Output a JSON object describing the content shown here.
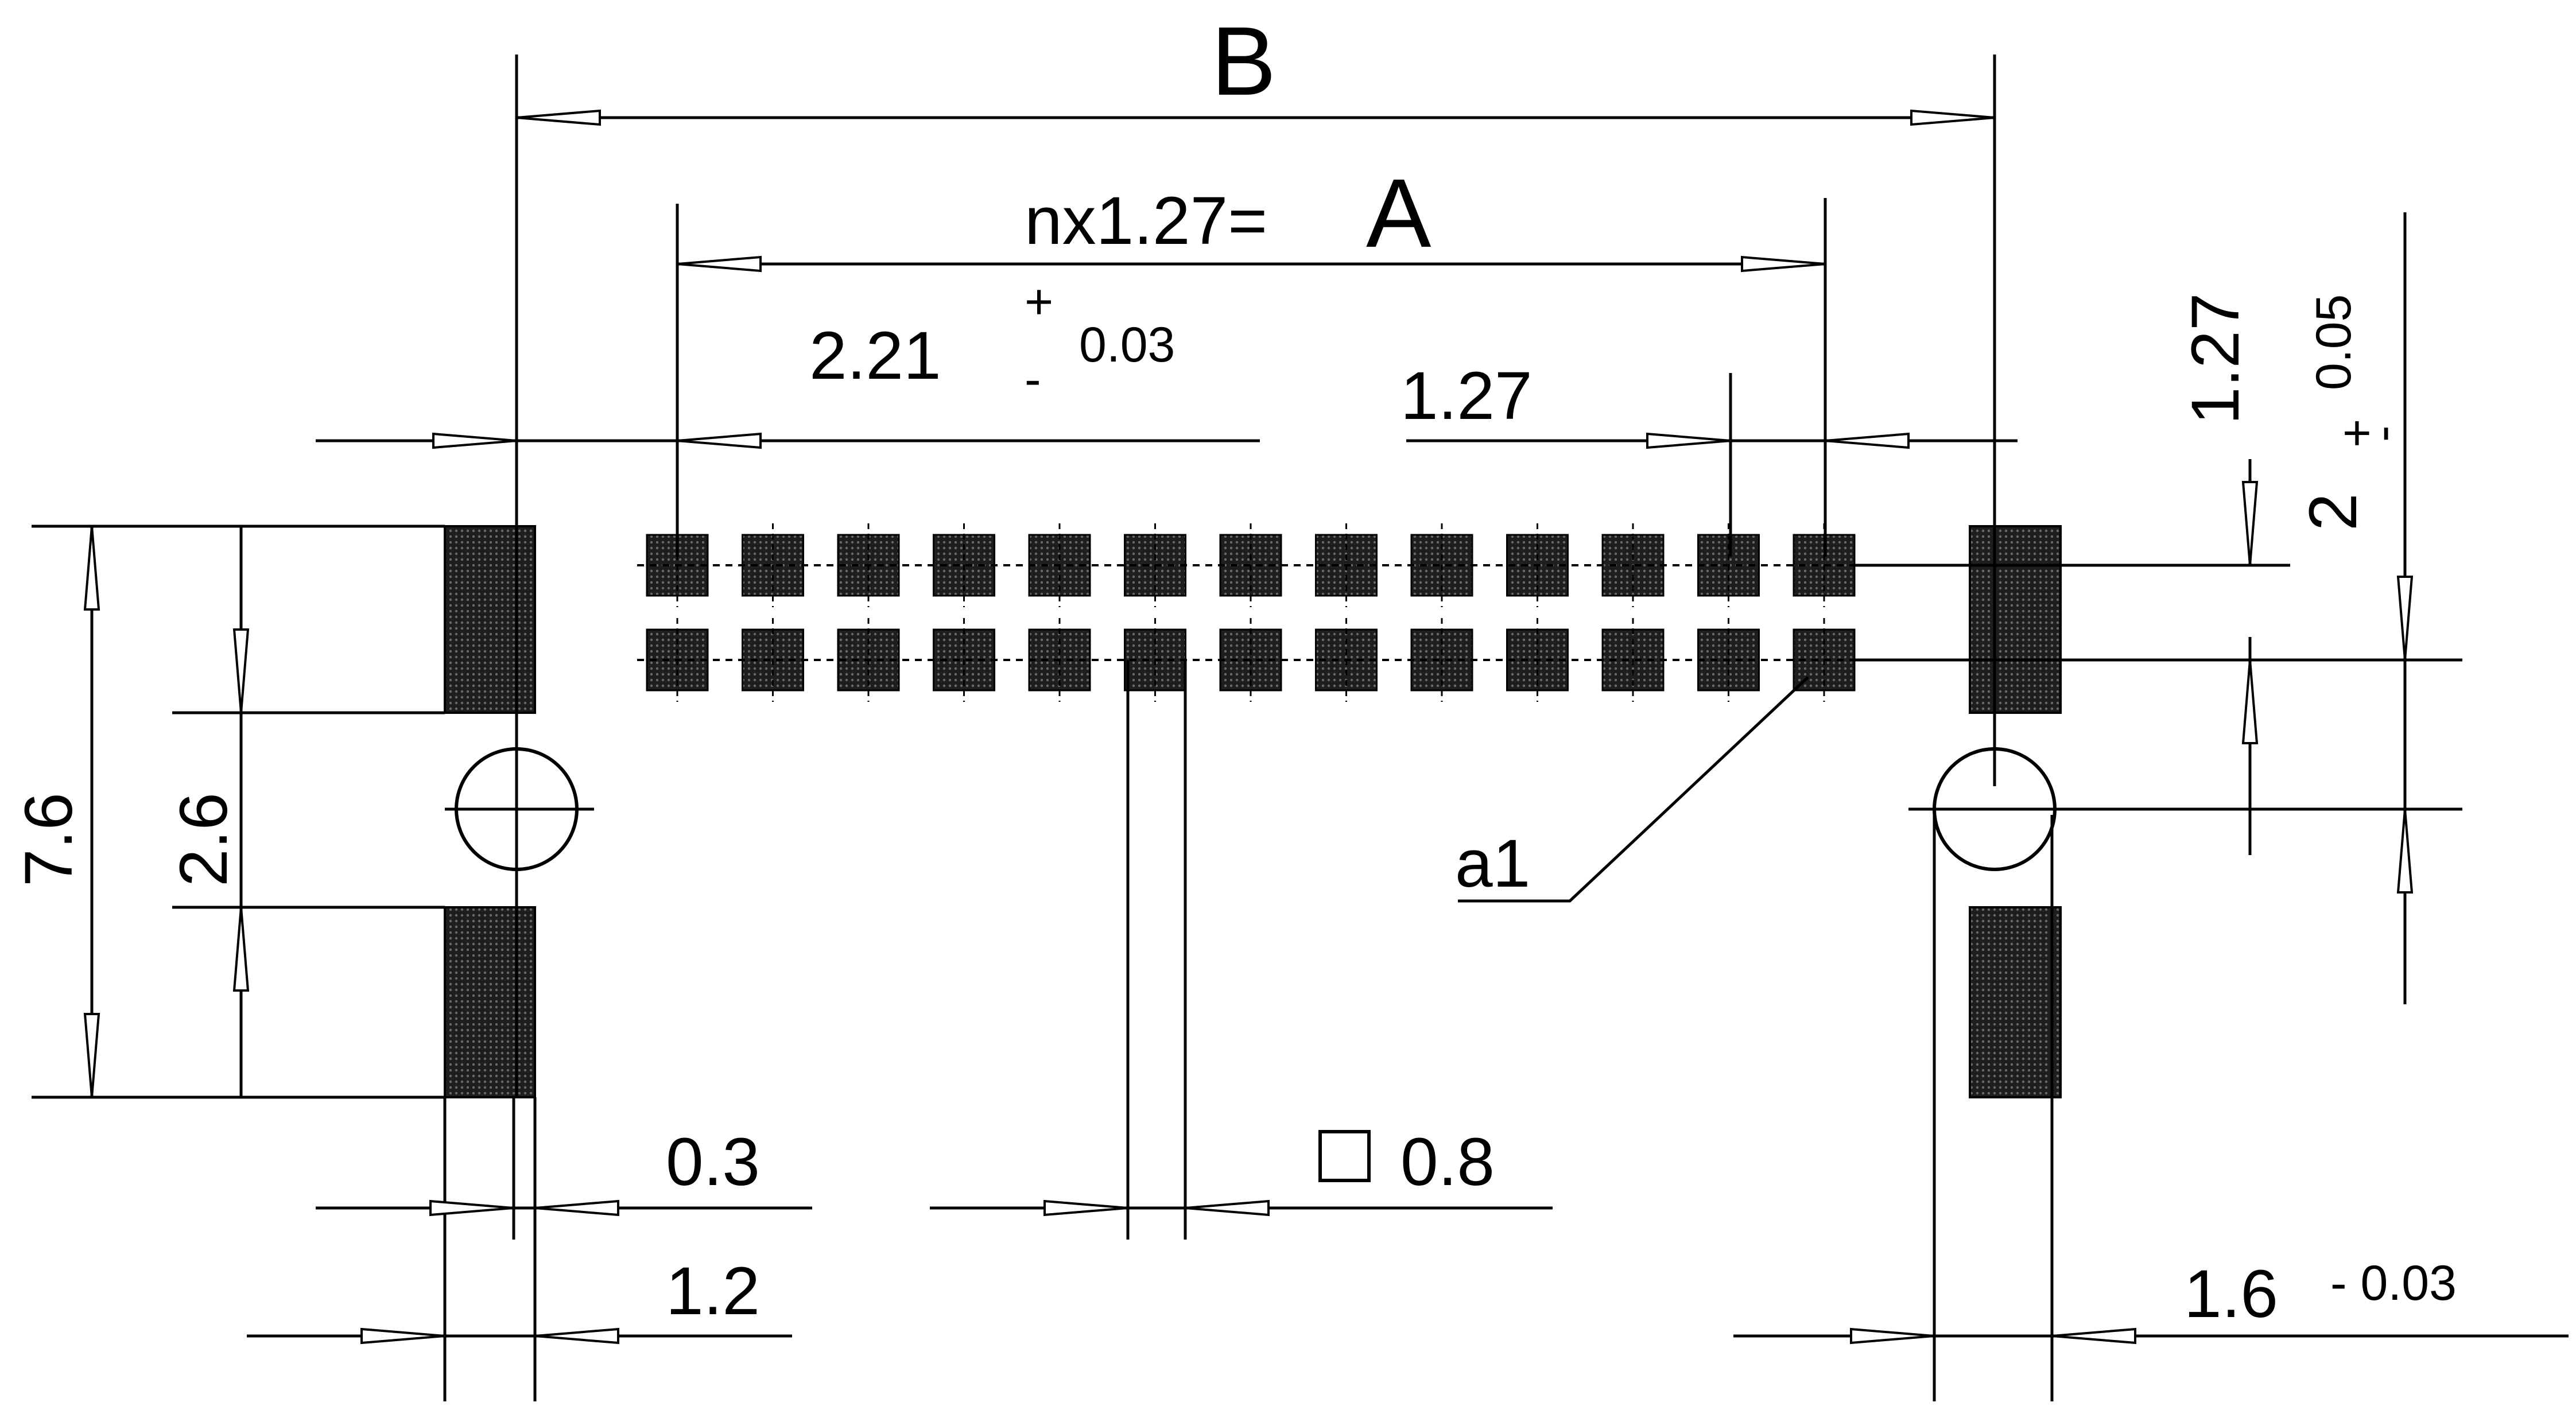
{
  "labels": {
    "dim_b": "B",
    "dim_a_prefix": "nx1.27=",
    "dim_a_letter": "A",
    "pitch_offset": "2.21",
    "pitch_offset_plus": "+",
    "pitch_offset_tol": "0.03",
    "pitch_offset_minus": "-",
    "pitch_right": "1.27",
    "pitch_vert": "1.27",
    "vert_offset": "2",
    "vert_offset_plus": "+",
    "vert_offset_minus": "-",
    "vert_offset_tol": "0.05",
    "height_total": "7.6",
    "height_gap": "2.6",
    "pin_a1": "a1",
    "width_03": "0.3",
    "width_12": "1.2",
    "pad_size": "0.8",
    "width_16": "1.6",
    "width_16_tol": "- 0.03"
  },
  "pads": {
    "rows": 2,
    "columns": 13
  }
}
